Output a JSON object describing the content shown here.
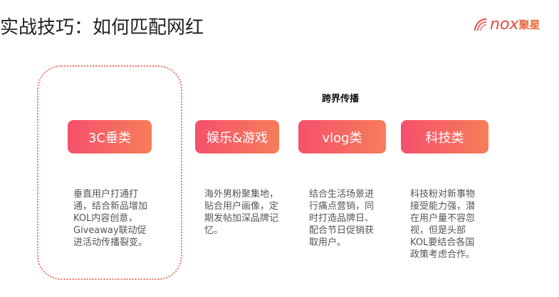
{
  "title": "实战技巧：如何匹配网红",
  "logo": {
    "text": "nox",
    "cn": "聚星"
  },
  "cross_label": "跨界传播",
  "categories": [
    {
      "label": "3C垂类",
      "desc": "垂直用户打通打通，结合新品增加KOL内容创意，Giveaway联动促进活动传播裂变。"
    },
    {
      "label": "娱乐&游戏",
      "desc": "海外男粉聚集地，贴合用户画像，定期发帖加深品牌记忆。"
    },
    {
      "label": "vlog类",
      "desc": "结合生活场景进行痛点营销，同时打造品牌日、配合节日促销获取用户。"
    },
    {
      "label": "科技类",
      "desc": "科技粉对新事物接受能力强，潜在用户量不容忽视，但是头部KOL要结合各国政策考虑合作。"
    }
  ]
}
